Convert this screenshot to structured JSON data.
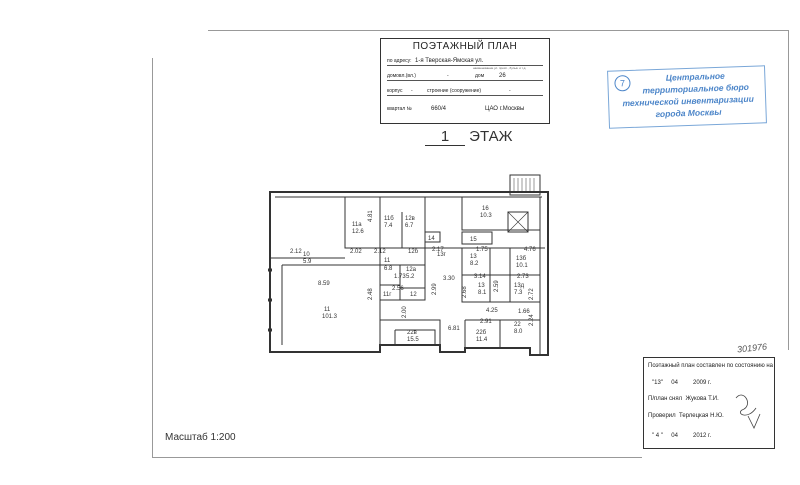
{
  "title_block": {
    "title": "ПОЭТАЖНЫЙ ПЛАН",
    "address_label": "по адресу:",
    "address": "1-я Тверская-Ямская ул.",
    "address_hint": "наименование ул. просп., бульв. и т.д.",
    "house_label": "домовл.(вл.)",
    "house_value": "-",
    "dom_label": "дом",
    "dom_value": "26",
    "korpus_label": "корпус",
    "korpus_value": "-",
    "building_label": "строение (сооружение)",
    "building_value": "-",
    "kvartal_label": "квартал №",
    "kvartal_value": "660/4",
    "district": "ЦАО г.Москвы"
  },
  "stamp": {
    "line1": "Центральное",
    "line2": "территориальное бюро",
    "line3": "технической инвентаризации",
    "line4": "города Москвы"
  },
  "floor": {
    "number": "1",
    "label": "ЭТАЖ"
  },
  "scale": "Масштаб 1:200",
  "handwritten_number": "301976",
  "certificate": {
    "line1": "Поэтажный план составлен по состоянию на",
    "date1_day": "13",
    "date1_month": "04",
    "date1_year": "2009",
    "year_suffix": "г.",
    "surveyed_label": "П/план снял",
    "surveyed_name": "Жукова Т.И.",
    "checked_label": "Проверил",
    "checked_name": "Терлецкая Н.Ю.",
    "date2_day": "4",
    "date2_month": "04",
    "date2_year": "2012"
  },
  "rooms": [
    {
      "id": "11a",
      "area": "12.6"
    },
    {
      "id": "11б",
      "area": "7.4"
    },
    {
      "id": "12в",
      "area": "6.7"
    },
    {
      "id": "16",
      "area": "10.3"
    },
    {
      "id": "14",
      "area": ""
    },
    {
      "id": "15",
      "area": ""
    },
    {
      "id": "10",
      "area": "5.9"
    },
    {
      "id": "11",
      "area": "6.8"
    },
    {
      "id": "12a",
      "area": "5.2"
    },
    {
      "id": "13г",
      "area": ""
    },
    {
      "id": "13",
      "area": "8.2"
    },
    {
      "id": "13б",
      "area": "10.1"
    },
    {
      "id": "13",
      "area": "8.1"
    },
    {
      "id": "13д",
      "area": "7.3"
    },
    {
      "id": "11г",
      "area": ""
    },
    {
      "id": "12",
      "area": ""
    },
    {
      "id": "11",
      "area": "101.3"
    },
    {
      "id": "22в",
      "area": "15.5"
    },
    {
      "id": "22б",
      "area": "11.4"
    },
    {
      "id": "22",
      "area": "8.0"
    },
    {
      "id": "12б",
      "area": ""
    }
  ],
  "dimensions": [
    "4.81",
    "2.02",
    "2.12",
    "8.59",
    "2.48",
    "2.99",
    "2.00",
    "3.30",
    "3.14",
    "2.68",
    "2.59",
    "2.73",
    "4.25",
    "1.66",
    "6.81",
    "2.91",
    "2.24",
    "2.72",
    "4.76",
    "1.75",
    "2.17",
    "2.12",
    "1.73",
    "2.56"
  ]
}
